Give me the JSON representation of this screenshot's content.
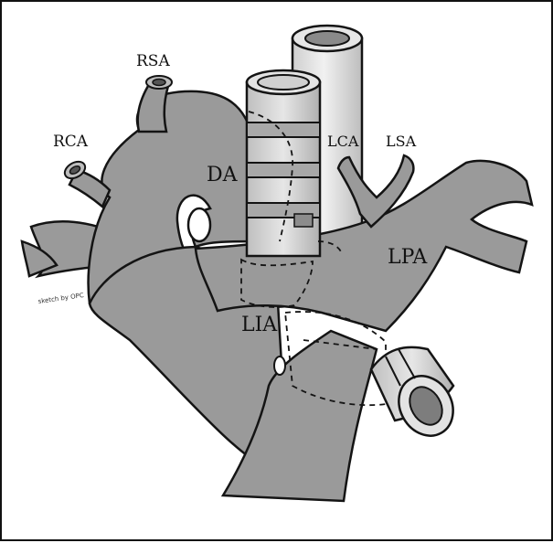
{
  "labels": {
    "rsa": "RSA",
    "rca": "RCA",
    "da": "DA",
    "lca": "LCA",
    "lsa": "LSA",
    "lpa": "LPA",
    "lia": "LIA"
  },
  "signature": "sketch by OPC",
  "colors": {
    "vessel": "#9a9a9a",
    "vessel_light": "#d9d9d9",
    "outline": "#141414",
    "background": "#ffffff"
  }
}
